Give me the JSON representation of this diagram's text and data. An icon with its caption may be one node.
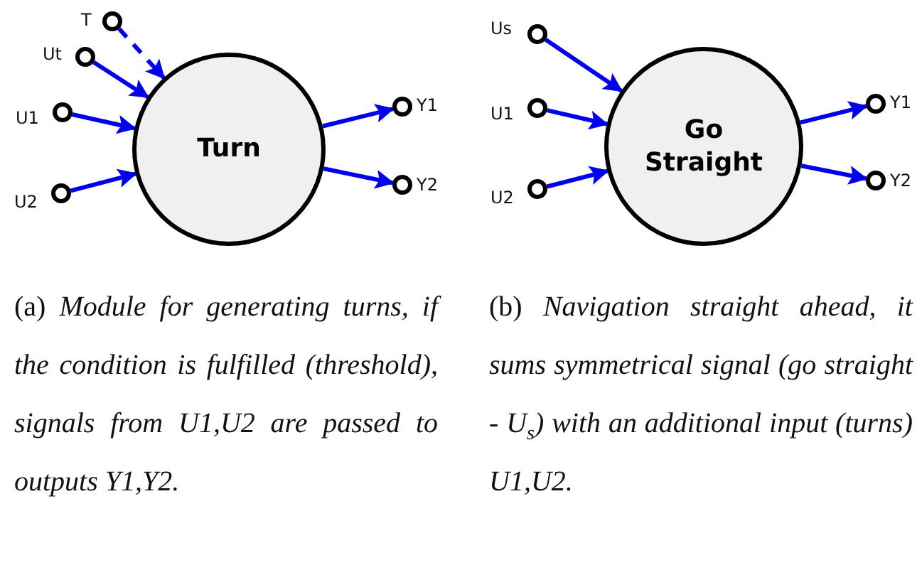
{
  "diagram": {
    "nodes": [
      {
        "text": [
          "T"
        ]
      },
      {
        "text": [
          "Ut"
        ]
      },
      {
        "text": [
          "U1"
        ]
      },
      {
        "text": [
          "U2"
        ]
      },
      {
        "text": [
          "Turn"
        ]
      },
      {
        "text": [
          "Y1"
        ]
      },
      {
        "text": [
          "Y2"
        ]
      },
      {
        "text": [
          "Us"
        ]
      },
      {
        "text": [
          "U1"
        ]
      },
      {
        "text": [
          "U2"
        ]
      },
      {
        "text": [
          "Go Straight"
        ]
      },
      {
        "text": [
          "Y1"
        ]
      },
      {
        "text": [
          "Y2"
        ]
      }
    ],
    "edges": [
      {
        "from": 0,
        "to": 4,
        "arrow": "to",
        "style": "dashed"
      },
      {
        "from": 1,
        "to": 4,
        "arrow": "to"
      },
      {
        "from": 2,
        "to": 4,
        "arrow": "to"
      },
      {
        "from": 3,
        "to": 4,
        "arrow": "to"
      },
      {
        "from": 4,
        "to": 5,
        "arrow": "to"
      },
      {
        "from": 4,
        "to": 6,
        "arrow": "to"
      },
      {
        "from": 7,
        "to": 10,
        "arrow": "to"
      },
      {
        "from": 8,
        "to": 10,
        "arrow": "to"
      },
      {
        "from": 9,
        "to": 10,
        "arrow": "to"
      },
      {
        "from": 10,
        "to": 11,
        "arrow": "to"
      },
      {
        "from": 10,
        "to": 12,
        "arrow": "to"
      }
    ],
    "labels": [
      "(a) *Module for generating turns, if the condition is fulfilled (threshold), signals from U1,U2 are passed to outputs Y1,Y2.*",
      "(b) *Navigation straight ahead, it sums symmetrical signal (go straight - U*$_{s}$*) with an additional input (turns) U1,U2.*"
    ]
  }
}
